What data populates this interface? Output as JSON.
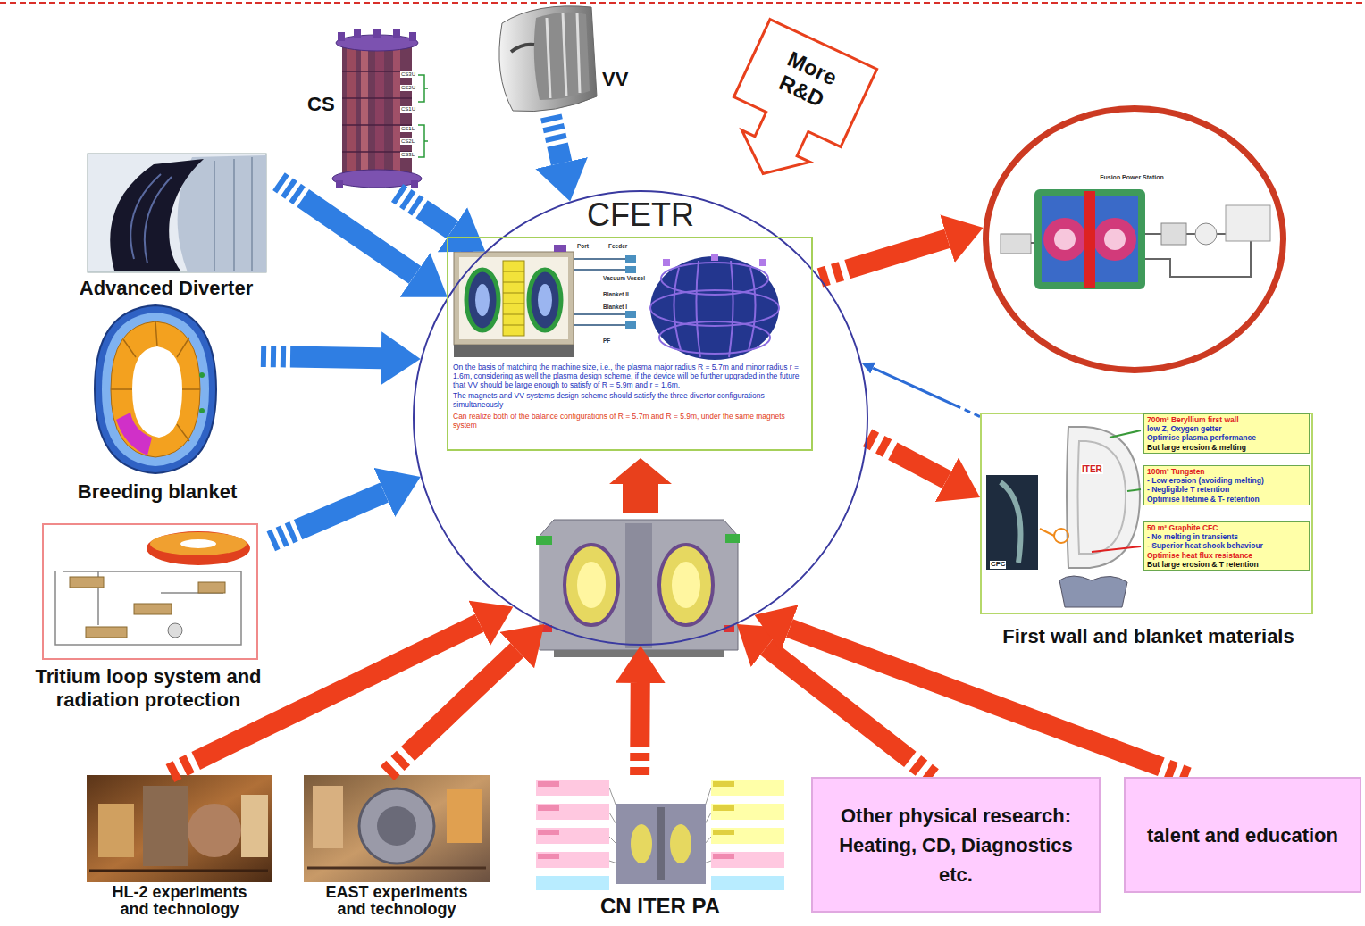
{
  "diagram": {
    "nodes": [
      {
        "text": [
          "CS"
        ]
      },
      {
        "text": [
          "VV"
        ]
      },
      {
        "text": [
          "More R&D"
        ]
      },
      {
        "text": [
          "CFETR"
        ]
      },
      {
        "text": [
          "On the basis of matching the machine size, i.e., the plasma major radius R = 5.7m and minor radius r = 1.6m, considering as well the plasma design scheme, if the device will be further upgraded in the future that VV should be large enough to satisfy of R = 5.9m and r = 1.6m.",
          "The magnets and VV systems design scheme should satisfy the three divertor configurations simultaneously",
          "Can realize both of the balance configurations of R = 5.7m and R = 5.9m, under the same magnets system"
        ],
        "in": 3
      },
      {
        "text": [
          "Advanced Diverter"
        ]
      },
      {
        "text": [
          "Fusion Power Station"
        ]
      },
      {
        "text": [
          "Breeding blanket"
        ]
      },
      {
        "text": [
          "First wall and blanket materials"
        ]
      },
      {
        "text": [
          "700m² Beryllium first wall",
          "low Z, Oxygen getter",
          "Optimise plasma performance",
          "But large erosion & melting"
        ],
        "in": 8
      },
      {
        "text": [
          "100m² Tungsten",
          "- Low erosion (avoiding melting)",
          "- Negligible T retention",
          "Optimise lifetime & T- retention"
        ],
        "in": 8
      },
      {
        "text": [
          "50 m² Graphite CFC",
          "- No melting in transients",
          "- Superior heat shock behaviour",
          "Optimise heat flux resistance",
          "But large erosion & T retention"
        ],
        "in": 8
      },
      {
        "text": [
          "Tritium loop system and radiation protection"
        ]
      },
      {
        "text": [
          "HL-2 experiments and technology"
        ]
      },
      {
        "text": [
          "EAST experiments and technology"
        ]
      },
      {
        "text": [
          "CN ITER PA"
        ]
      },
      {
        "text": [
          "Other physical research: Heating, CD, Diagnostics etc."
        ]
      },
      {
        "text": [
          "talent and education"
        ]
      }
    ],
    "edges": [
      {
        "from": 0,
        "to": 3,
        "arrow": "to"
      },
      {
        "from": 1,
        "to": 3,
        "arrow": "to"
      },
      {
        "from": 5,
        "to": 3,
        "arrow": "to"
      },
      {
        "from": 3,
        "to": 6,
        "arrow": "to"
      },
      {
        "from": 7,
        "to": 3,
        "arrow": "to"
      },
      {
        "from": 8,
        "to": 3,
        "arrow": "to"
      },
      {
        "from": 3,
        "to": 8,
        "arrow": "to"
      },
      {
        "from": 12,
        "to": 3,
        "arrow": "to"
      },
      {
        "from": 13,
        "to": 3,
        "arrow": "to"
      },
      {
        "from": 14,
        "to": 3,
        "arrow": "to"
      },
      {
        "from": 15,
        "to": 3,
        "arrow": "to"
      },
      {
        "from": 16,
        "to": 3,
        "arrow": "to"
      },
      {
        "from": 17,
        "to": 3,
        "arrow": "to"
      }
    ],
    "labels": [
      "CS3U",
      "CS2U",
      "CS1U",
      "CS1L",
      "CS2L",
      "CS3L",
      "Port",
      "Feeder",
      "Vacuum Vessel",
      "Blanket II",
      "Blanket I",
      "PF",
      "ITER",
      "CFC"
    ]
  }
}
